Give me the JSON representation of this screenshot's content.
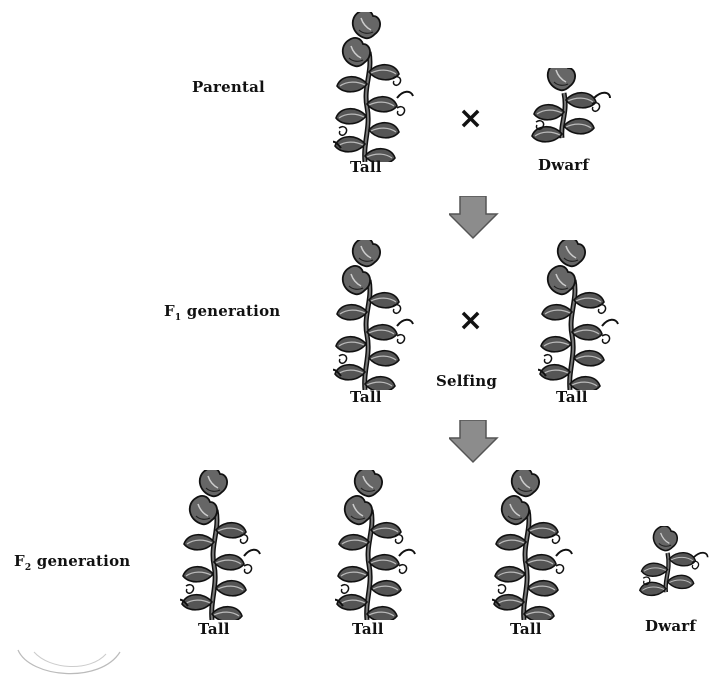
{
  "generations": {
    "parental": "Parental",
    "f1_prefix": "F",
    "f1_sub": "1",
    "f1_suffix": " generation",
    "f2_prefix": "F",
    "f2_sub": "2",
    "f2_suffix": " generation"
  },
  "parental": {
    "left": "Tall",
    "right": "Dwarf",
    "cross_symbol": "×"
  },
  "f1": {
    "left": "Tall",
    "right": "Tall",
    "cross_symbol": "×",
    "process": "Selfing"
  },
  "f2": {
    "plants": [
      "Tall",
      "Tall",
      "Tall",
      "Dwarf"
    ]
  },
  "icons": {
    "plant": "pea-plant-icon",
    "arrow": "down-arrow-icon",
    "cross": "cross-icon"
  }
}
